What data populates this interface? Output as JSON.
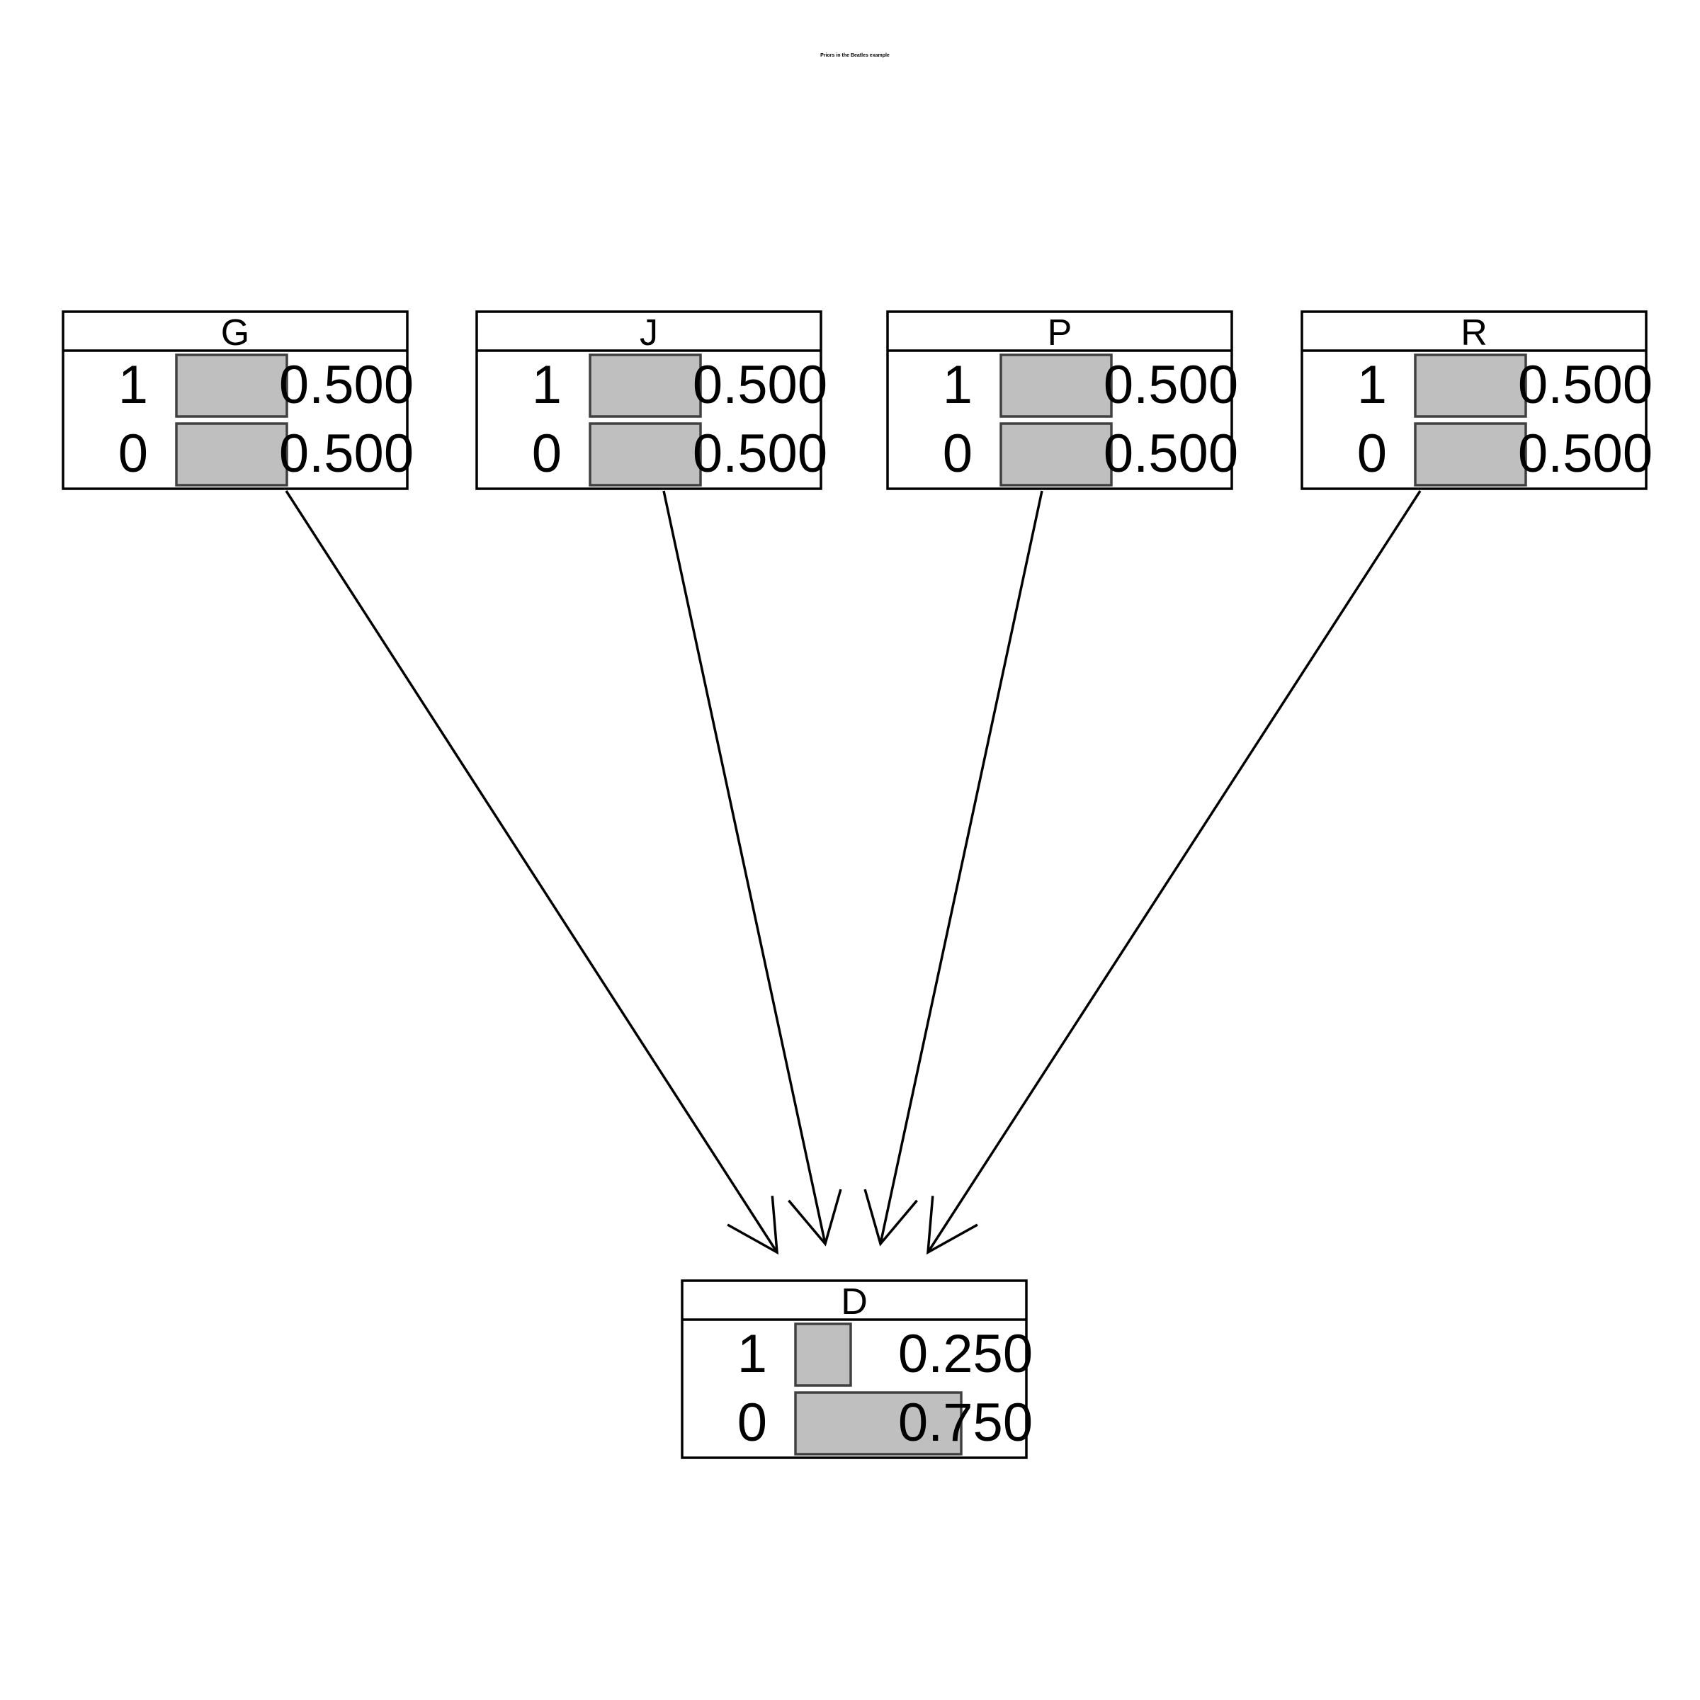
{
  "title": "Priors in the Beatles example",
  "colors": {
    "bar_fill": "#bfbfbf",
    "bar_stroke": "#404040",
    "line": "#000000",
    "background": "#ffffff"
  },
  "nodes": [
    {
      "id": "G",
      "name": "G",
      "states": [
        {
          "state": "1",
          "prob": 0.5,
          "label": "0.500"
        },
        {
          "state": "0",
          "prob": 0.5,
          "label": "0.500"
        }
      ]
    },
    {
      "id": "J",
      "name": "J",
      "states": [
        {
          "state": "1",
          "prob": 0.5,
          "label": "0.500"
        },
        {
          "state": "0",
          "prob": 0.5,
          "label": "0.500"
        }
      ]
    },
    {
      "id": "P",
      "name": "P",
      "states": [
        {
          "state": "1",
          "prob": 0.5,
          "label": "0.500"
        },
        {
          "state": "0",
          "prob": 0.5,
          "label": "0.500"
        }
      ]
    },
    {
      "id": "R",
      "name": "R",
      "states": [
        {
          "state": "1",
          "prob": 0.5,
          "label": "0.500"
        },
        {
          "state": "0",
          "prob": 0.5,
          "label": "0.500"
        }
      ]
    },
    {
      "id": "D",
      "name": "D",
      "states": [
        {
          "state": "1",
          "prob": 0.25,
          "label": "0.250"
        },
        {
          "state": "0",
          "prob": 0.75,
          "label": "0.750"
        }
      ]
    }
  ],
  "edges": [
    {
      "from": "G",
      "to": "D"
    },
    {
      "from": "J",
      "to": "D"
    },
    {
      "from": "P",
      "to": "D"
    },
    {
      "from": "R",
      "to": "D"
    }
  ]
}
